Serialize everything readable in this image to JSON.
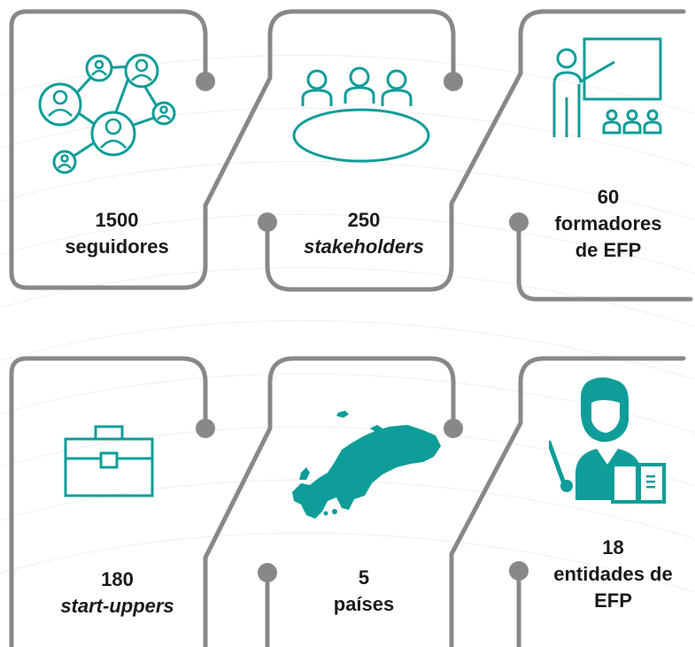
{
  "colors": {
    "accent": "#0e9d99",
    "frame": "#888888",
    "dot": "#888888",
    "text": "#1a1a1a"
  },
  "stats": [
    {
      "icon": "network-people-icon",
      "number": "1500",
      "label": "seguidores",
      "label_italic": false
    },
    {
      "icon": "meeting-table-icon",
      "number": "250",
      "label": "stakeholders",
      "label_italic": true
    },
    {
      "icon": "trainer-presentation-icon",
      "number": "60",
      "label_line1": "formadores",
      "label_line2": "de EFP",
      "label_italic": false
    },
    {
      "icon": "briefcase-icon",
      "number": "180",
      "label": "start-uppers",
      "label_italic": true
    },
    {
      "icon": "europe-map-icon",
      "number": "5",
      "label": "países",
      "label_italic": false
    },
    {
      "icon": "teacher-book-icon",
      "number": "18",
      "label_line1": "entidades de",
      "label_line2": "EFP",
      "label_italic": false
    }
  ]
}
